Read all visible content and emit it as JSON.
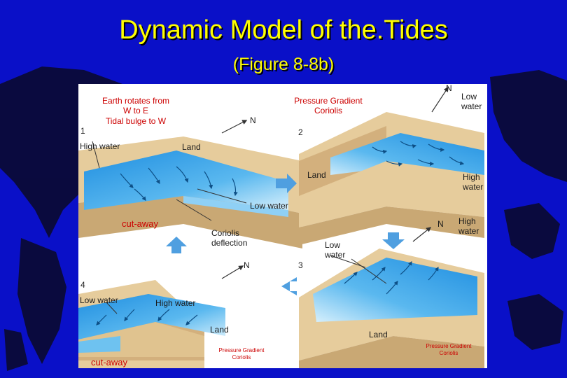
{
  "title": "Dynamic Model of the.Tides",
  "subtitle": "(Figure 8-8b)",
  "colors": {
    "background": "#0a10c8",
    "title": "#ffff00",
    "annotation": "#cc0000",
    "water": "#3aa6e6",
    "land": "#d8b683",
    "guide_arrow": "#4f9fe0"
  },
  "annotations": {
    "top_left": [
      "Earth rotates from",
      "W to E",
      "Tidal bulge to W"
    ],
    "top_right": [
      "Pressure Gradient",
      "Coriolis"
    ],
    "cutaway_1": "cut-away",
    "cutaway_4": "cut-away",
    "bottom_middle": [
      "Pressure Gradient",
      "Coriolis"
    ],
    "bottom_right": [
      "Pressure Gradient",
      "Coriolis"
    ]
  },
  "figure": {
    "panel1": {
      "number": "1",
      "north": "N",
      "high_water": "High water",
      "land": "Land",
      "low_water": "Low water"
    },
    "panel2": {
      "number": "2",
      "north": "N",
      "low_water": [
        "Low",
        "water"
      ],
      "high_water": [
        "High",
        "water"
      ],
      "land": "Land"
    },
    "panel3": {
      "number": "3",
      "north": "N",
      "high_water": [
        "High",
        "water"
      ],
      "low_water": [
        "Low",
        "water"
      ],
      "land": "Land"
    },
    "panel4": {
      "number": "4",
      "north": "N",
      "low_water": "Low water",
      "high_water": "High water",
      "land": "Land"
    },
    "coriolis": [
      "Coriolis",
      "deflection"
    ]
  }
}
